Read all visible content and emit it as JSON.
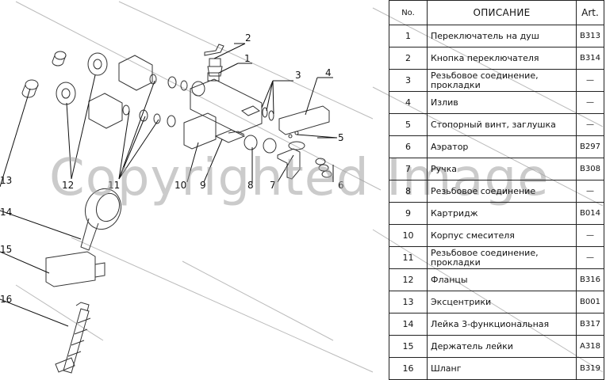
{
  "table": {
    "headers": {
      "no": "No.",
      "description": "ОПИСАНИЕ",
      "art": "Art."
    },
    "rows": [
      {
        "no": "1",
        "description": "Переключатель на душ",
        "art": "B313"
      },
      {
        "no": "2",
        "description": "Кнопка переключателя",
        "art": "B314"
      },
      {
        "no": "3",
        "description": "Резьбовое соединение, прокладки",
        "art": "—"
      },
      {
        "no": "4",
        "description": "Излив",
        "art": "—"
      },
      {
        "no": "5",
        "description": "Стопорный винт, заглушка",
        "art": "—"
      },
      {
        "no": "6",
        "description": "Аэратор",
        "art": "B297"
      },
      {
        "no": "7",
        "description": "Ручка",
        "art": "B308"
      },
      {
        "no": "8",
        "description": "Резьбовое соединение",
        "art": "—"
      },
      {
        "no": "9",
        "description": "Картридж",
        "art": "B014"
      },
      {
        "no": "10",
        "description": "Корпус смесителя",
        "art": "—"
      },
      {
        "no": "11",
        "description": "Резьбовое соединение, прокладки",
        "art": "—"
      },
      {
        "no": "12",
        "description": "Фланцы",
        "art": "B316"
      },
      {
        "no": "13",
        "description": "Эксцентрики",
        "art": "B001"
      },
      {
        "no": "14",
        "description": "Лейка 3-функциональная",
        "art": "B317"
      },
      {
        "no": "15",
        "description": "Держатель лейки",
        "art": "A318"
      },
      {
        "no": "16",
        "description": "Шланг",
        "art": "B319"
      }
    ]
  },
  "callouts": {
    "c1": "1",
    "c2": "2",
    "c3": "3",
    "c4": "4",
    "c5": "5",
    "c6": "6",
    "c7": "7",
    "c8": "8",
    "c9": "9",
    "c10": "10",
    "c11": "11",
    "c12": "12",
    "c13": "13",
    "c14": "14",
    "c15": "15",
    "c16": "16"
  },
  "watermark": "Copyrighted Image"
}
